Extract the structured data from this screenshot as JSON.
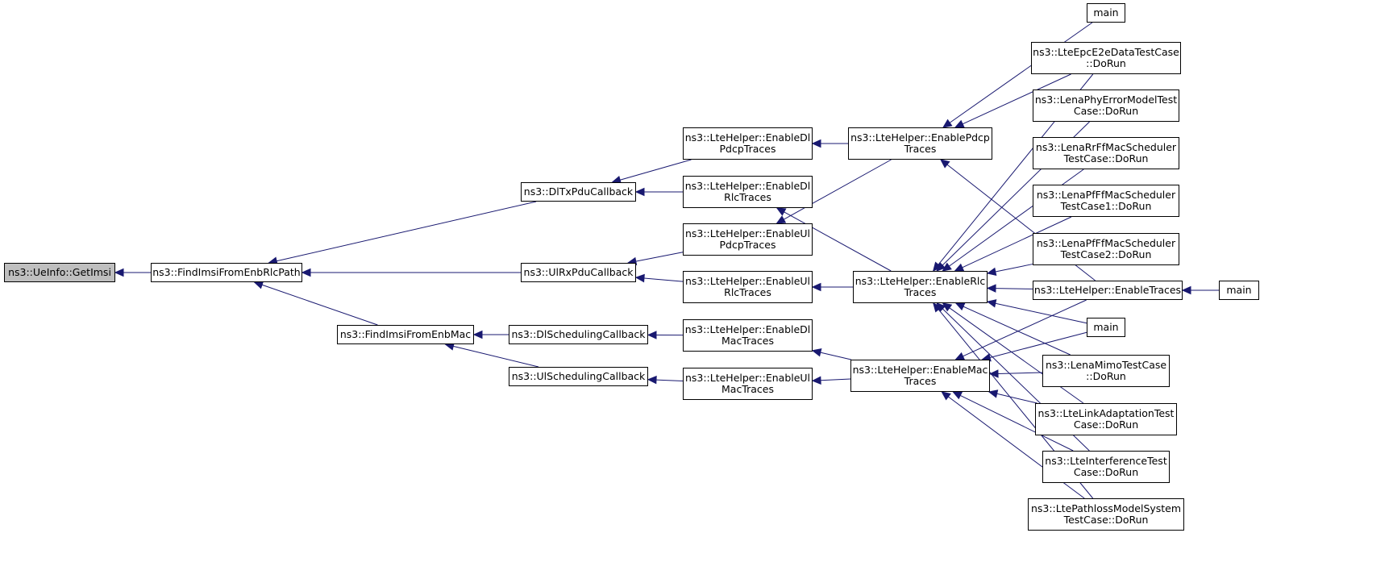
{
  "graph": {
    "edge_color": "#191970",
    "nodes": {
      "ueinfo_getimsi": [
        "ns3::UeInfo::GetImsi"
      ],
      "findimsi_rlcpath": [
        "ns3::FindImsiFromEnbRlcPath"
      ],
      "findimsi_mac": [
        "ns3::FindImsiFromEnbMac"
      ],
      "dltxpdu": [
        "ns3::DlTxPduCallback"
      ],
      "ulrxpdu": [
        "ns3::UlRxPduCallback"
      ],
      "dlsched": [
        "ns3::DlSchedulingCallback"
      ],
      "ulsched": [
        "ns3::UlSchedulingCallback"
      ],
      "en_dl_pdcp": [
        "ns3::LteHelper::EnableDl",
        "PdcpTraces"
      ],
      "en_dl_rlc": [
        "ns3::LteHelper::EnableDl",
        "RlcTraces"
      ],
      "en_ul_pdcp": [
        "ns3::LteHelper::EnableUl",
        "PdcpTraces"
      ],
      "en_ul_rlc": [
        "ns3::LteHelper::EnableUl",
        "RlcTraces"
      ],
      "en_dl_mac": [
        "ns3::LteHelper::EnableDl",
        "MacTraces"
      ],
      "en_ul_mac": [
        "ns3::LteHelper::EnableUl",
        "MacTraces"
      ],
      "en_pdcp": [
        "ns3::LteHelper::EnablePdcp",
        "Traces"
      ],
      "en_rlc": [
        "ns3::LteHelper::EnableRlc",
        "Traces"
      ],
      "en_mac": [
        "ns3::LteHelper::EnableMac",
        "Traces"
      ],
      "main_top": [
        "main"
      ],
      "epc_e2e": [
        "ns3::LteEpcE2eDataTestCase",
        "::DoRun"
      ],
      "phy_err": [
        "ns3::LenaPhyErrorModelTest",
        "Case::DoRun"
      ],
      "rr_ff": [
        "ns3::LenaRrFfMacScheduler",
        "TestCase::DoRun"
      ],
      "pf_ff1": [
        "ns3::LenaPfFfMacScheduler",
        "TestCase1::DoRun"
      ],
      "pf_ff2": [
        "ns3::LenaPfFfMacScheduler",
        "TestCase2::DoRun"
      ],
      "en_traces": [
        "ns3::LteHelper::EnableTraces"
      ],
      "main_right": [
        "main"
      ],
      "main_mid": [
        "main"
      ],
      "mimo": [
        "ns3::LenaMimoTestCase",
        "::DoRun"
      ],
      "link_adapt": [
        "ns3::LteLinkAdaptationTest",
        "Case::DoRun"
      ],
      "interf": [
        "ns3::LteInterferenceTest",
        "Case::DoRun"
      ],
      "pathloss": [
        "ns3::LtePathlossModelSystem",
        "TestCase::DoRun"
      ]
    },
    "edges": [
      [
        "findimsi_rlcpath",
        "ueinfo_getimsi"
      ],
      [
        "findimsi_mac",
        "findimsi_rlcpath"
      ],
      [
        "dltxpdu",
        "findimsi_rlcpath"
      ],
      [
        "ulrxpdu",
        "findimsi_rlcpath"
      ],
      [
        "dlsched",
        "findimsi_mac"
      ],
      [
        "ulsched",
        "findimsi_mac"
      ],
      [
        "en_dl_pdcp",
        "dltxpdu"
      ],
      [
        "en_dl_rlc",
        "dltxpdu"
      ],
      [
        "en_ul_pdcp",
        "ulrxpdu"
      ],
      [
        "en_ul_rlc",
        "ulrxpdu"
      ],
      [
        "en_dl_mac",
        "dlsched"
      ],
      [
        "en_ul_mac",
        "ulsched"
      ],
      [
        "en_pdcp",
        "en_dl_pdcp"
      ],
      [
        "en_pdcp",
        "en_ul_pdcp"
      ],
      [
        "en_rlc",
        "en_dl_rlc"
      ],
      [
        "en_rlc",
        "en_ul_rlc"
      ],
      [
        "en_mac",
        "en_dl_mac"
      ],
      [
        "en_mac",
        "en_ul_mac"
      ],
      [
        "main_top",
        "en_pdcp"
      ],
      [
        "epc_e2e",
        "en_pdcp"
      ],
      [
        "en_traces",
        "en_pdcp"
      ],
      [
        "epc_e2e",
        "en_rlc"
      ],
      [
        "phy_err",
        "en_rlc"
      ],
      [
        "rr_ff",
        "en_rlc"
      ],
      [
        "pf_ff1",
        "en_rlc"
      ],
      [
        "pf_ff2",
        "en_rlc"
      ],
      [
        "en_traces",
        "en_rlc"
      ],
      [
        "main_mid",
        "en_rlc"
      ],
      [
        "mimo",
        "en_rlc"
      ],
      [
        "link_adapt",
        "en_rlc"
      ],
      [
        "interf",
        "en_rlc"
      ],
      [
        "pathloss",
        "en_rlc"
      ],
      [
        "main_mid",
        "en_mac"
      ],
      [
        "mimo",
        "en_mac"
      ],
      [
        "link_adapt",
        "en_mac"
      ],
      [
        "interf",
        "en_mac"
      ],
      [
        "pathloss",
        "en_mac"
      ],
      [
        "en_traces",
        "en_mac"
      ],
      [
        "main_right",
        "en_traces"
      ]
    ]
  }
}
